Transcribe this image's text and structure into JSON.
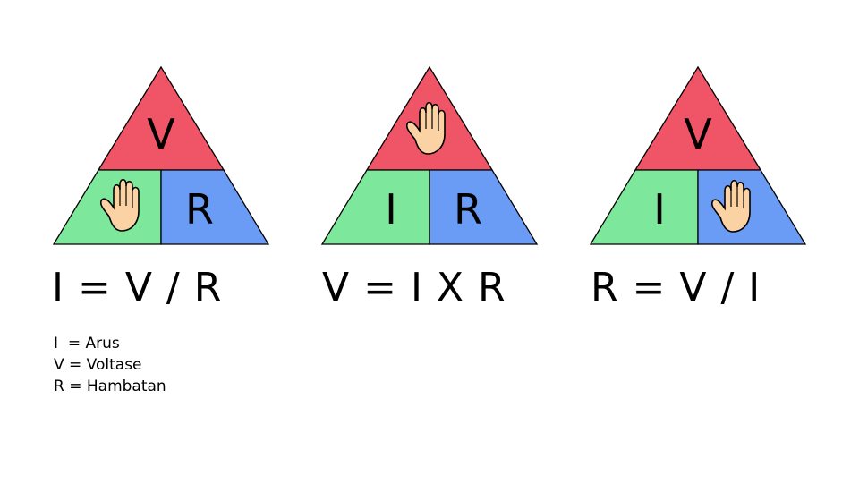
{
  "colors": {
    "top": "#ef5467",
    "bottom_left": "#7de89b",
    "bottom_right": "#6b9cf5",
    "hand": "#fbd2a3"
  },
  "triangles": [
    {
      "top": "V",
      "bottom_left": "",
      "bottom_right": "R",
      "hand_position": "bottom-left",
      "formula": "I = V / R"
    },
    {
      "top": "",
      "bottom_left": "I",
      "bottom_right": "R",
      "hand_position": "top",
      "formula": "V = I X R"
    },
    {
      "top": "V",
      "bottom_left": "I",
      "bottom_right": "",
      "hand_position": "bottom-right",
      "formula": "R = V / I"
    }
  ],
  "legend": [
    "I  = Arus",
    "V = Voltase",
    "R = Hambatan"
  ]
}
